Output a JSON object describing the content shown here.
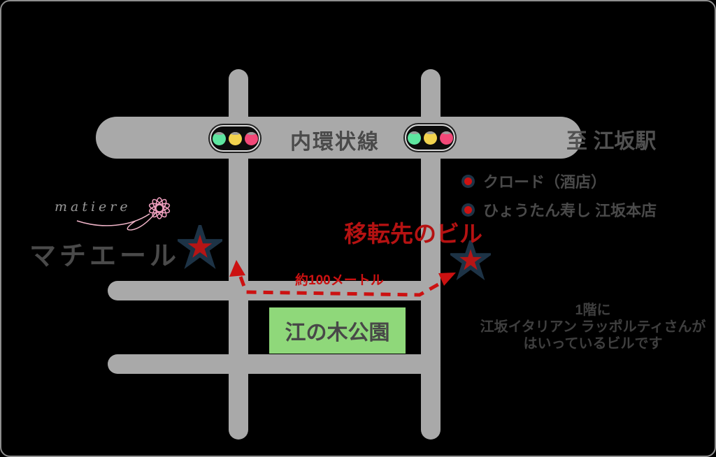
{
  "map": {
    "main_road_label": "内環状線",
    "direction_label": "至 江坂駅",
    "legend": {
      "items": [
        {
          "label": "クロード（酒店）"
        },
        {
          "label": "ひょうたん寿し 江坂本店"
        }
      ]
    },
    "destination": {
      "label": "移転先のビル"
    },
    "route": {
      "distance_label": "約100メートル"
    },
    "park": {
      "label": "江の木公園"
    },
    "shop": {
      "logo_script": "matiere",
      "name": "マチエール"
    },
    "note": {
      "lines": [
        "1階に",
        "江坂イタリアン ラッポルティさんが",
        "はいっているビルです"
      ]
    }
  },
  "colors": {
    "road": "#a9a9a9",
    "accent_red": "#b51212",
    "arrow_red": "#cc1111",
    "star_fill": "#b51515",
    "star_stroke": "#1d3346",
    "park_green": "#8fd87a",
    "text_gray": "#4a4a4a",
    "logo_pink": "#f0b4c8",
    "light_green": "#5ee6a0",
    "light_yellow": "#f2d34e",
    "light_pink": "#f24878"
  }
}
